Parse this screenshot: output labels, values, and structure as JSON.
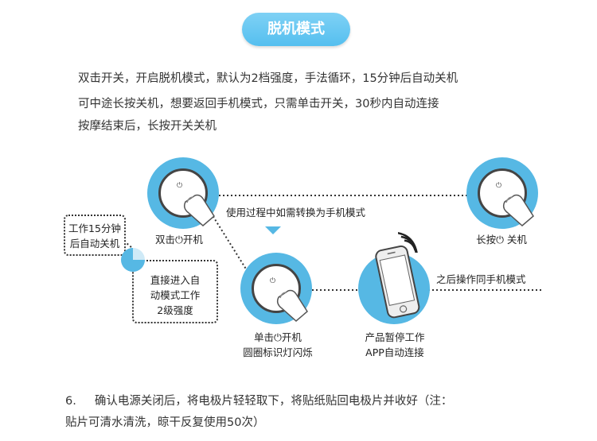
{
  "title": "脱机模式",
  "intro": [
    "双击开关，开启脱机模式，默认为2档强度，手法循环，15分钟后自动关机",
    "可中途长按关机，想要返回手机模式，只需单击开关，30秒内自动连接",
    "按摩结束后，长按开关关机"
  ],
  "nodes": {
    "double_click": {
      "label": "双击⏻开机"
    },
    "long_press": {
      "label": "长按⏻ 关机"
    },
    "single_click": {
      "line1": "单击⏻开机",
      "line2": "圆圈标识灯闪烁"
    },
    "phone": {
      "line1": "产品暂停工作",
      "line2": "APP自动连接"
    }
  },
  "annotations": {
    "switch_to_phone": "使用过程中如需转换为手机模式",
    "after_ops": "之后操作同手机模式"
  },
  "boxes": {
    "auto_off": {
      "line1": "工作15分钟",
      "line2": "后自动关机"
    },
    "auto_mode": {
      "line1": "直接进入自",
      "line2": "动模式工作",
      "line3": "2级强度"
    }
  },
  "footer": {
    "number": "6.",
    "line1": "确认电源关闭后，将电极片轻轻取下，将贴纸贴回电极片并收好（注：",
    "line2": "贴片可清水清洗，晾干反复使用50次）"
  },
  "colors": {
    "accent": "#56b8e4",
    "title_bg": "#66c6f1"
  }
}
